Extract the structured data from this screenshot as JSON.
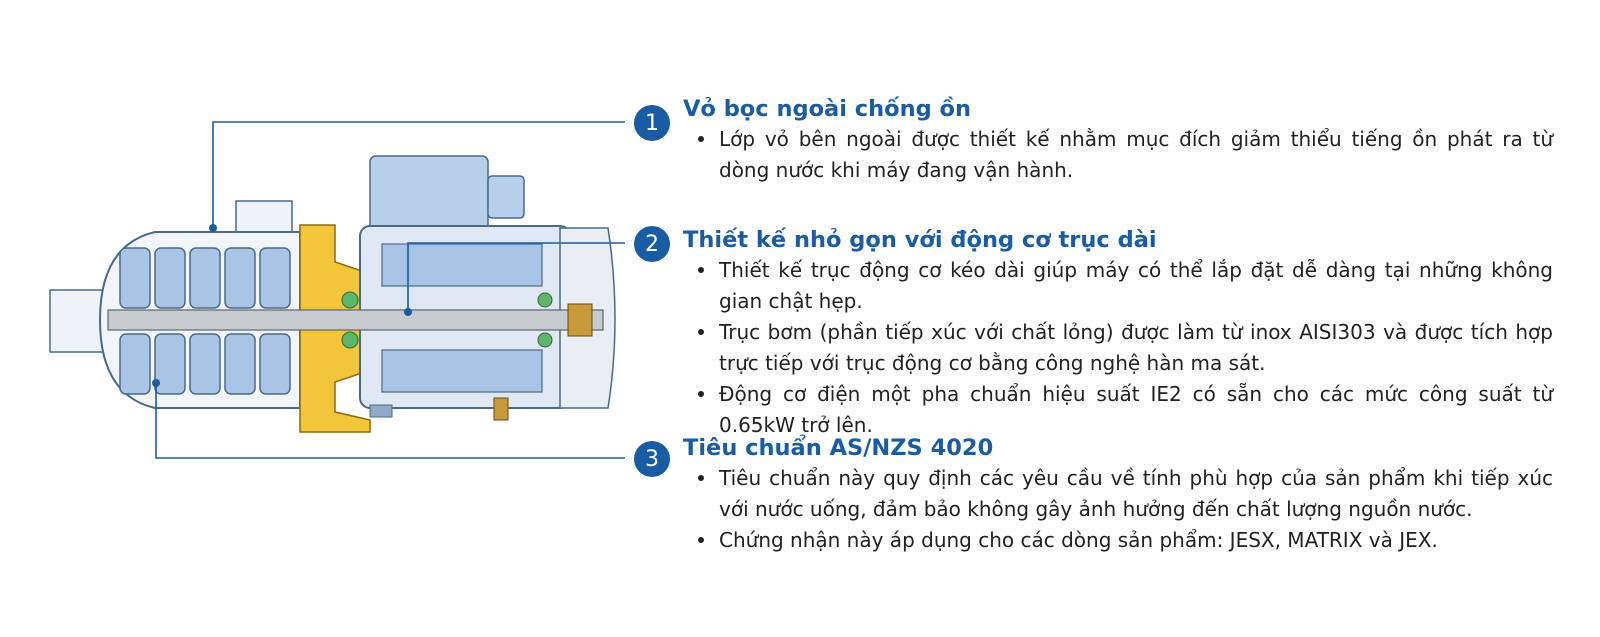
{
  "sections": [
    {
      "number": "1",
      "title": "Vỏ bọc ngoài chống ồn",
      "bullets": [
        "Lớp vỏ bên ngoài được thiết kế nhằm mục đích giảm thiểu tiếng ồn phát ra từ dòng nước khi máy đang vận hành."
      ]
    },
    {
      "number": "2",
      "title": "Thiết kế nhỏ gọn với động cơ trục dài",
      "bullets": [
        "Thiết kế trục động cơ kéo dài giúp máy có thể lắp đặt dễ dàng tại những không gian chật hẹp.",
        "Trục bơm (phần tiếp xúc với chất lỏng) được làm từ inox AISI303 và được tích hợp trực tiếp với trục động cơ bằng công nghệ hàn ma sát.",
        "Động cơ điện một pha chuẩn hiệu suất IE2 có sẵn cho các mức công suất từ 0.65kW trở lên."
      ]
    },
    {
      "number": "3",
      "title": "Tiêu chuẩn AS/NZS 4020",
      "bullets": [
        "Tiêu chuẩn này quy định các yêu cầu về tính phù hợp của sản phẩm khi tiếp xúc với nước uống, đảm bảo không gây ảnh hưởng đến chất lượng nguồn nước.",
        "Chứng nhận này áp dụng cho các dòng sản phẩm: JESX, MATRIX và JEX."
      ]
    }
  ],
  "colors": {
    "accent": "#1a5ca3",
    "text": "#222222",
    "pump_housing": "#f2f6fb",
    "stage_blue": "#a9c4e4",
    "brass": "#f3c63a",
    "motor_blue": "#b7cfe9",
    "shaft": "#c8ccd1"
  },
  "icons": {
    "callout_badge": "numbered-circle-icon",
    "bullet": "bullet-dot-icon"
  }
}
